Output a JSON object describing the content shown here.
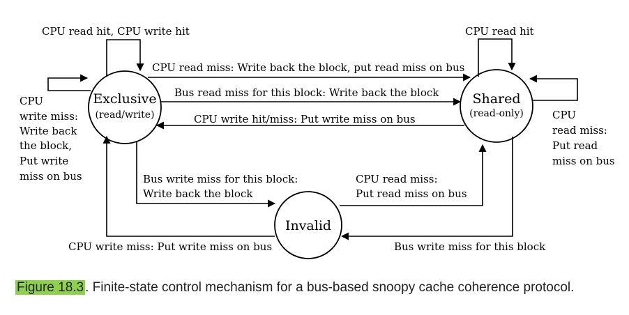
{
  "states": {
    "exclusive": {
      "name": "Exclusive",
      "mode": "(read/write)"
    },
    "shared": {
      "name": "Shared",
      "mode": "(read-only)"
    },
    "invalid": {
      "name": "Invalid"
    }
  },
  "transitions": {
    "excl_self": "CPU read hit, CPU write hit",
    "shared_self": "CPU read hit",
    "excl_to_shared_cpu": "CPU read miss: Write back the block, put read miss on bus",
    "excl_to_shared_bus": "Bus read miss for this block: Write back the block",
    "shared_to_excl": "CPU write hit/miss: Put write miss on bus",
    "excl_left_loop": [
      "CPU",
      "write miss:",
      "Write back",
      "the block,",
      "Put write",
      "miss on bus"
    ],
    "shared_right_loop": [
      "CPU",
      "read miss:",
      "Put read",
      "miss on bus"
    ],
    "excl_to_invalid": [
      "Bus write miss for this block:",
      "Write back the block"
    ],
    "invalid_to_shared": [
      "CPU read miss:",
      "Put read miss on bus"
    ],
    "invalid_to_excl": "CPU write miss: Put write miss on bus",
    "shared_to_invalid": "Bus write miss for this block"
  },
  "caption": {
    "figure_ref": "Figure 18.3",
    "text": ". Finite-state control mechanism for a bus-based snoopy cache coherence protocol."
  },
  "colors": {
    "figure_ref_highlight": "#8fd14f",
    "ink": "#000000"
  }
}
